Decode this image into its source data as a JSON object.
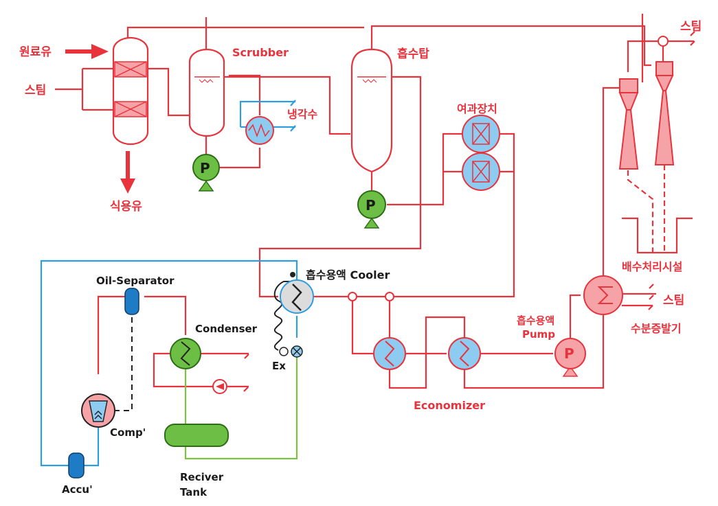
{
  "labels": {
    "feed_oil": "원료유",
    "steam_left": "스팀",
    "edible_oil": "식용유",
    "scrubber": "Scrubber",
    "cooling_water": "냉각수",
    "absorption_tower": "흡수탑",
    "filter_unit": "여과장치",
    "steam_top_right": "스팀",
    "wastewater": "배수처리시설",
    "steam_evap": "스팀",
    "evaporator": "수분증발기",
    "absorbent_pump_line1": "흡수용액",
    "absorbent_pump_line2": "Pump",
    "economizer": "Economizer",
    "absorbent_cooler": "흡수용액 Cooler",
    "oil_separator": "Oil-Separator",
    "condenser": "Condenser",
    "compressor": "Comp'",
    "accumulator": "Accu'",
    "receiver_line1": "Reciver",
    "receiver_line2": "Tank",
    "expansion": "Ex",
    "pump_symbol": "P"
  },
  "colors": {
    "process_line": "#e8323c",
    "refrigerant_line": "#2f9be0",
    "liquid_line": "#7cc142",
    "exchanger_fill": "#8ecbf0",
    "pump_green": "#6cbf44",
    "pink_fill": "#f6a3a8"
  }
}
